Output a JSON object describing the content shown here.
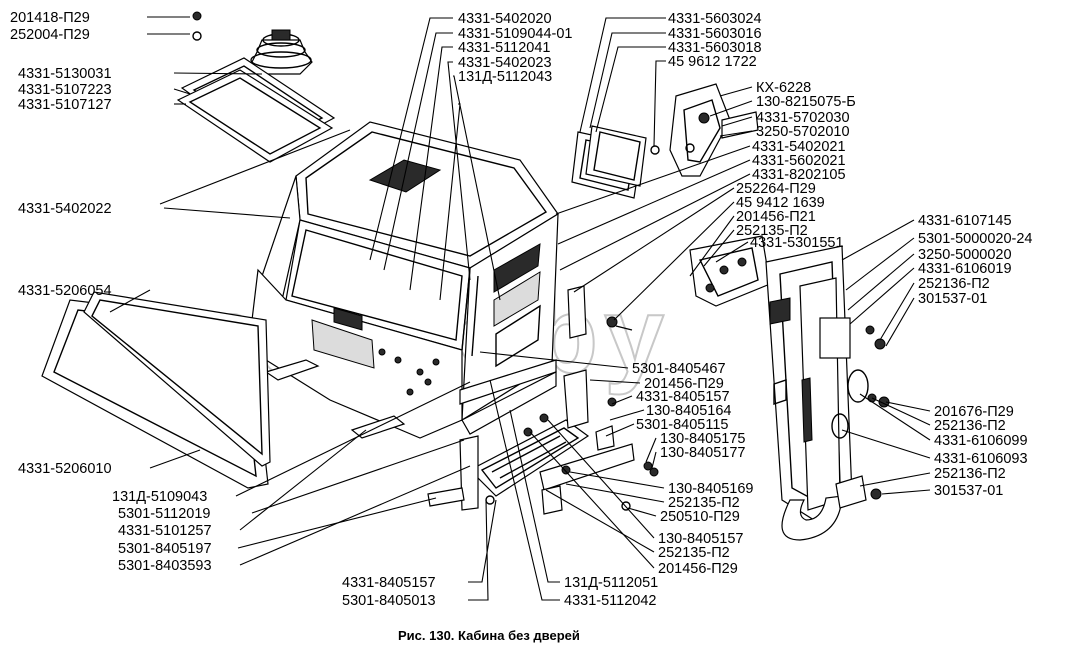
{
  "diagram": {
    "caption": "Рис. 130. Кабина без дверей",
    "watermark": "maz-k.by",
    "labels": [
      "201418-П29",
      "252004-П29",
      "4331-5130031",
      "4331-5107223",
      "4331-5107127",
      "4331-5402020",
      "4331-5109044-01",
      "4331-5112041",
      "4331-5402023",
      "131Д-5112043",
      "4331-5603024",
      "4331-5603016",
      "4331-5603018",
      "45 9612 1722",
      "КХ-6228",
      "130-8215075-Б",
      "4331-5702030",
      "3250-5702010",
      "4331-5402021",
      "4331-5602021",
      "4331-8202105",
      "252264-П29",
      "45 9412 1639",
      "201456-П21",
      "252135-П2",
      "4331-5301551",
      "4331-6107145",
      "5301-5000020-24",
      "3250-5000020",
      "4331-6106019",
      "252136-П2",
      "301537-01",
      "4331-5402022",
      "4331-5206054",
      "5301-8405467",
      "201456-П29",
      "4331-8405157",
      "130-8405164",
      "5301-8405115",
      "130-8405175",
      "130-8405177",
      "130-8405169",
      "252135-П2",
      "250510-П29",
      "201676-П29",
      "252136-П2",
      "4331-6106099",
      "4331-6106093",
      "252136-П2",
      "301537-01",
      "4331-5206010",
      "131Д-5109043",
      "5301-5112019",
      "4331-5101257",
      "5301-8405197",
      "5301-8403593",
      "130-8405157",
      "252135-П2",
      "201456-П29",
      "4331-8405157",
      "5301-8405013",
      "131Д-5112051",
      "4331-5112042"
    ]
  }
}
